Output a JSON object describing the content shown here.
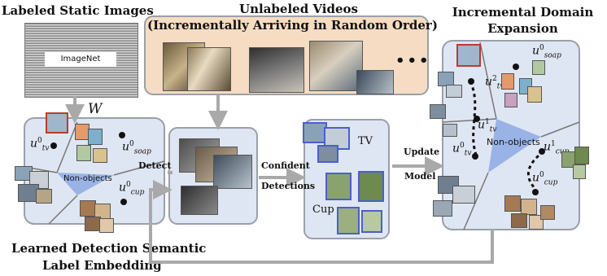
{
  "titles": {
    "static_images": "Labeled Static Images",
    "imagenet": "ImageNet",
    "w_symbol": "W",
    "unlabeled_line1": "Unlabeled Videos",
    "unlabeled_line2": "(Incrementally Arriving in Random Order)",
    "ellipsis": "•••",
    "incremental_line1": "Incremental Domain",
    "incremental_line2": "Expansion",
    "learned_line1": "Learned Detection Semantic",
    "learned_line2": "Label Embedding"
  },
  "arrows": {
    "detect": "Detect",
    "confident_line1": "Confident",
    "confident_line2": "Detections",
    "update_line1": "Update",
    "update_line2": "Model"
  },
  "left_panel": {
    "non_objects": "Non-objects",
    "u_tv": "u",
    "u_tv_sup": "0",
    "u_tv_sub": "tv",
    "u_soap": "u",
    "u_soap_sup": "0",
    "u_soap_sub": "soap",
    "u_cup": "u",
    "u_cup_sup": "0",
    "u_cup_sub": "cup"
  },
  "detections_panel": {
    "tv_label": "TV",
    "cup_label": "Cup"
  },
  "right_panel": {
    "non_objects": "Non-objects",
    "u_soap": "u",
    "u_soap_sup": "0",
    "u_soap_sub": "soap",
    "u_tv2": "u",
    "u_tv2_sup": "2",
    "u_tv2_sub": "tv",
    "u_tv1": "u",
    "u_tv1_sup": "1",
    "u_tv1_sub": "tv",
    "u_tv0": "u",
    "u_tv0_sup": "0",
    "u_tv0_sub": "tv",
    "u_cup1": "u",
    "u_cup1_sup": "1",
    "u_cup1_sub": "cup",
    "u_cup0": "u",
    "u_cup0_sup": "0",
    "u_cup0_sub": "cup"
  },
  "colors": {
    "panel_fill": "#dfe6f3",
    "video_panel_fill": "#f6dcc2",
    "nonobject_fill": "#9ab3e6",
    "arrow_gray": "#a9a9a9",
    "highlight_red": "#c0392b"
  }
}
